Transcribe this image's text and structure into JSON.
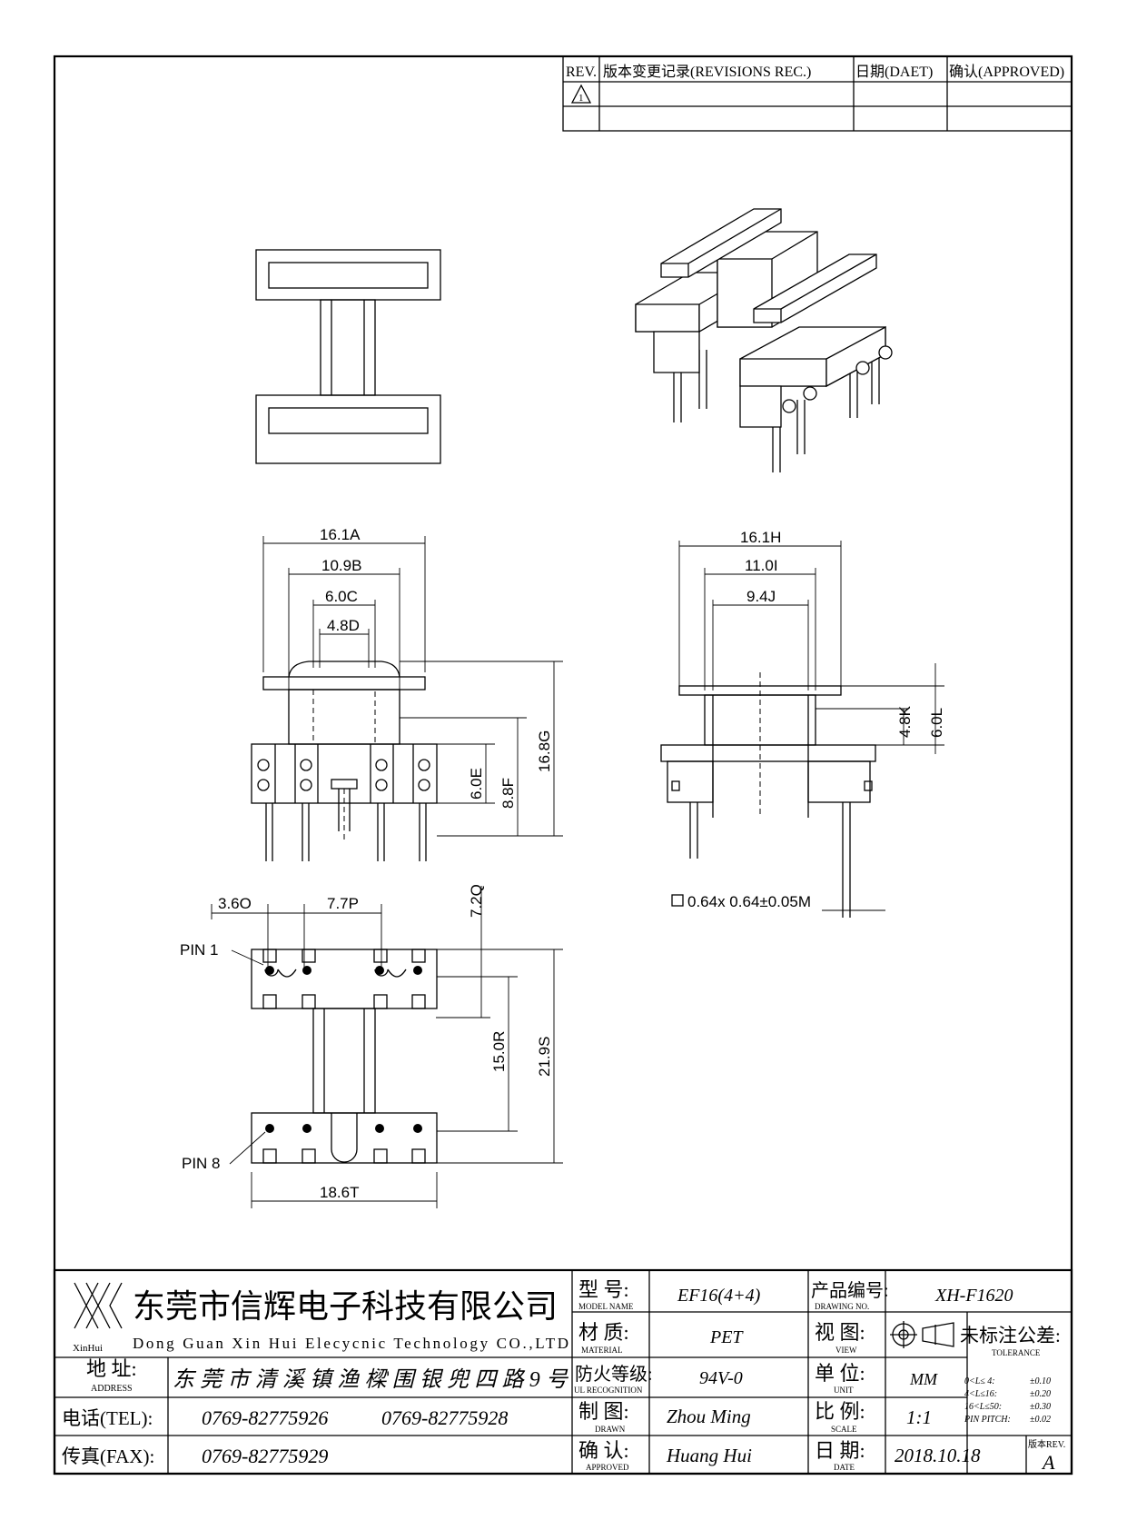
{
  "revisions": {
    "headers": [
      "REV.",
      "版本变更记录(REVISIONS REC.)",
      "日期(DAET)",
      "确认(APPROVED)"
    ],
    "rev_symbol": "1"
  },
  "dimensions": {
    "A": "16.1A",
    "B": "10.9B",
    "C": "6.0C",
    "D": "4.8D",
    "E": "6.0E",
    "F": "8.8F",
    "G": "16.8G",
    "H": "16.1H",
    "I": "11.0I",
    "J": "9.4J",
    "K": "4.8K",
    "L": "6.0L",
    "M": "0.64x 0.64±0.05M",
    "O": "3.6O",
    "P": "7.7P",
    "Q": "7.2Q",
    "R": "15.0R",
    "S": "21.9S",
    "T": "18.6T"
  },
  "pin_labels": {
    "pin1": "PIN 1",
    "pin8": "PIN 8"
  },
  "title_block": {
    "logo_text": "XinHui",
    "company_cn": "东莞市信辉电子科技有限公司",
    "company_en": "Dong Guan Xin Hui Elecycnic Technology CO.,LTD",
    "address_label": "地 址:",
    "address_label_en": "ADDRESS",
    "address_value": "东莞市清溪镇渔樑围银兜四路9号",
    "tel_label": "电话(TEL):",
    "tel_value1": "0769-82775926",
    "tel_value2": "0769-82775928",
    "fax_label": "传真(FAX):",
    "fax_value": "0769-82775929",
    "model_label": "型 号:",
    "model_label_en": "MODEL NAME",
    "model_value": "EF16(4+4)",
    "material_label": "材 质:",
    "material_label_en": "MATERIAL",
    "material_value": "PET",
    "ul_label": "防火等级:",
    "ul_label_en": "UL RECOGNITION",
    "ul_value": "94V-0",
    "drawn_label": "制 图:",
    "drawn_label_en": "DRAWN",
    "drawn_value": "Zhou Ming",
    "approved_label": "确 认:",
    "approved_label_en": "APPROVED",
    "approved_value": "Huang Hui",
    "drawing_no_label": "产品编号:",
    "drawing_no_label_en": "DRAWING NO.",
    "drawing_no_value": "XH-F1620",
    "view_label": "视 图:",
    "view_label_en": "VIEW",
    "unit_label": "单 位:",
    "unit_label_en": "UNIT",
    "unit_value": "MM",
    "scale_label": "比 例:",
    "scale_label_en": "SCALE",
    "scale_value": "1:1",
    "date_label": "日 期:",
    "date_label_en": "DATE",
    "date_value": "2018.10.18",
    "tolerance_label": "未标注公差:",
    "tolerance_label_en": "TOLERANCE",
    "tolerance_rows": [
      {
        "range": "0<L≤ 4:",
        "value": "±0.10"
      },
      {
        "range": "4<L≤16:",
        "value": "±0.20"
      },
      {
        "range": "16<L≤50:",
        "value": "±0.30"
      },
      {
        "range": "PIN PITCH:",
        "value": "±0.02"
      }
    ],
    "rev_label": "版本REV.",
    "rev_value": "A"
  }
}
